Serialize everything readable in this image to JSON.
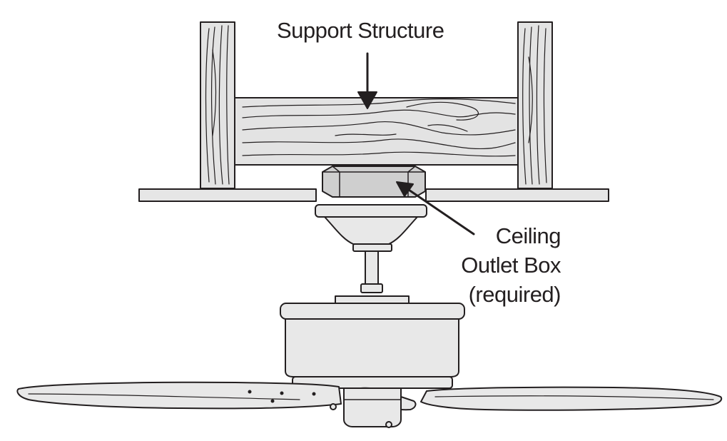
{
  "labels": {
    "support_structure": "Support Structure",
    "ceiling_outlet_box": [
      "Ceiling",
      "Outlet Box",
      "(required)"
    ]
  },
  "colors": {
    "wood": "#e3e3e3",
    "ceiling": "#e6e6e6",
    "box": "#cfcfcf",
    "fan": "#e8e8e8",
    "outline": "#231f20"
  }
}
